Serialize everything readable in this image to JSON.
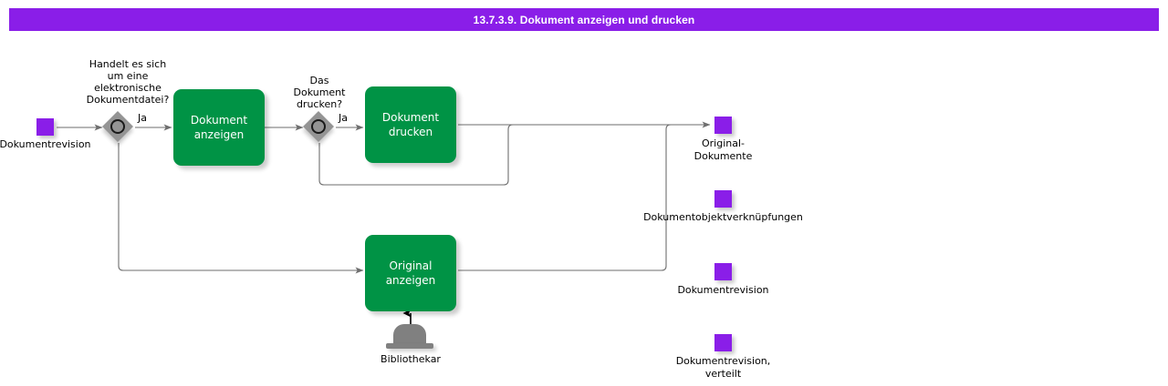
{
  "header": {
    "title": "13.7.3.9. Dokument anzeigen und drucken",
    "background_color": "#8A1EE8",
    "text_color": "#FFFFFF"
  },
  "palette": {
    "task_green": "#009345",
    "data_purple": "#8A1EE8",
    "gateway_gray": "#949494",
    "role_gray": "#808080",
    "connector_gray": "#6E6E6E",
    "canvas_white": "#FFFFFF"
  },
  "diagram": {
    "type": "bpmn-process-flow",
    "tasks": [
      {
        "id": "task-dokument-anzeigen",
        "label": "Dokument\nanzeigen"
      },
      {
        "id": "task-dokument-drucken",
        "label": "Dokument\ndrucken"
      },
      {
        "id": "task-original-anzeigen",
        "label": "Original\nanzeigen"
      }
    ],
    "gateways": [
      {
        "id": "gateway-elektronische-dokumentdatei",
        "question": "Handelt es sich\num eine\nelektronische\nDokumentdatei?",
        "yes_label": "Ja"
      },
      {
        "id": "gateway-dokument-drucken",
        "question": "Das\nDokument\ndrucken?",
        "yes_label": "Ja"
      }
    ],
    "data_objects": [
      {
        "id": "data-dokumentrevision-input",
        "label": "Dokumentrevision"
      },
      {
        "id": "data-original-dokumente",
        "label": "Original-\nDokumente"
      },
      {
        "id": "data-dokumentobjektverknuepfungen",
        "label": "Dokumentobjektverknüpfungen"
      },
      {
        "id": "data-dokumentrevision-output",
        "label": "Dokumentrevision"
      },
      {
        "id": "data-dokumentrevision-verteilt",
        "label": "Dokumentrevision,\nverteilt"
      }
    ],
    "roles": [
      {
        "id": "role-bibliothekar",
        "label": "Bibliothekar"
      }
    ]
  }
}
